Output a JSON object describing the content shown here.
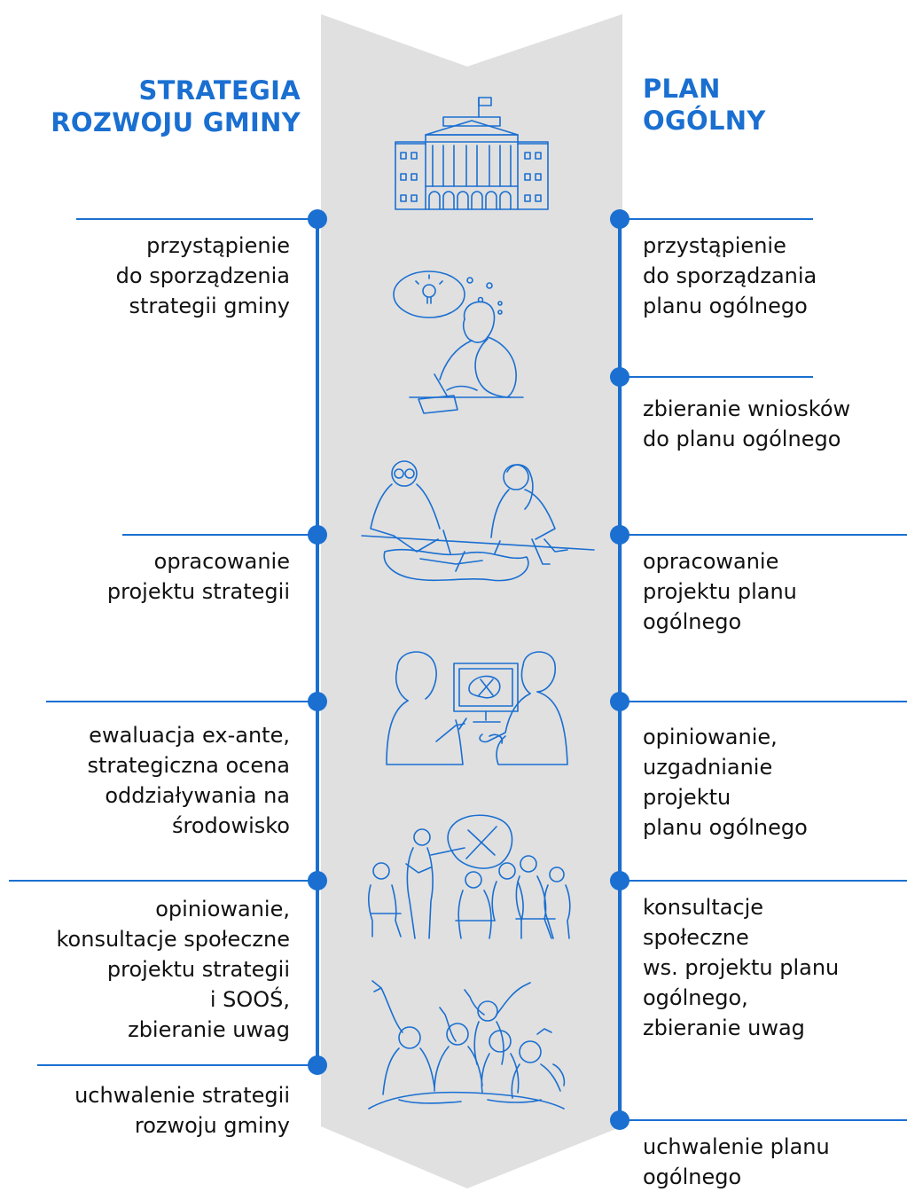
{
  "colors": {
    "accent": "#1a6fd1",
    "band": "#e0e0e0",
    "text": "#111111"
  },
  "left_title": [
    "STRATEGIA",
    "ROZWOJU GMINY"
  ],
  "right_title": [
    "PLAN",
    "OGÓLNY"
  ],
  "left_steps": [
    {
      "lines": [
        "przystąpienie",
        "do sporządzenia",
        "strategii gminy"
      ]
    },
    {
      "lines": [
        "opracowanie",
        "projektu strategii"
      ]
    },
    {
      "lines": [
        "ewaluacja ex-ante,",
        "strategiczna ocena",
        "oddziaływania na",
        "środowisko"
      ]
    },
    {
      "lines": [
        "opiniowanie,",
        "konsultacje społeczne",
        "projektu strategii",
        "i SOOŚ,",
        "zbieranie uwag"
      ]
    },
    {
      "lines": [
        "uchwalenie strategii",
        "rozwoju gminy"
      ]
    }
  ],
  "right_steps": [
    {
      "lines": [
        "przystąpienie",
        "do sporządzania",
        "planu ogólnego"
      ]
    },
    {
      "lines": [
        "zbieranie wniosków",
        "do planu ogólnego"
      ]
    },
    {
      "lines": [
        "opracowanie",
        "projektu planu",
        "ogólnego"
      ]
    },
    {
      "lines": [
        "opiniowanie,",
        "uzgadnianie",
        "projektu",
        "planu ogólnego"
      ]
    },
    {
      "lines": [
        "konsultacje",
        "społeczne",
        "ws. projektu planu",
        "ogólnego,",
        "zbieranie uwag"
      ]
    },
    {
      "lines": [
        "uchwalenie planu",
        "ogólnego"
      ]
    }
  ],
  "illustrations": [
    {
      "icon": "municipal-building-icon"
    },
    {
      "icon": "thinking-person-icon"
    },
    {
      "icon": "planners-at-map-table-icon"
    },
    {
      "icon": "people-at-computer-screen-icon"
    },
    {
      "icon": "public-consultation-meeting-icon"
    },
    {
      "icon": "celebrating-people-icon"
    }
  ]
}
